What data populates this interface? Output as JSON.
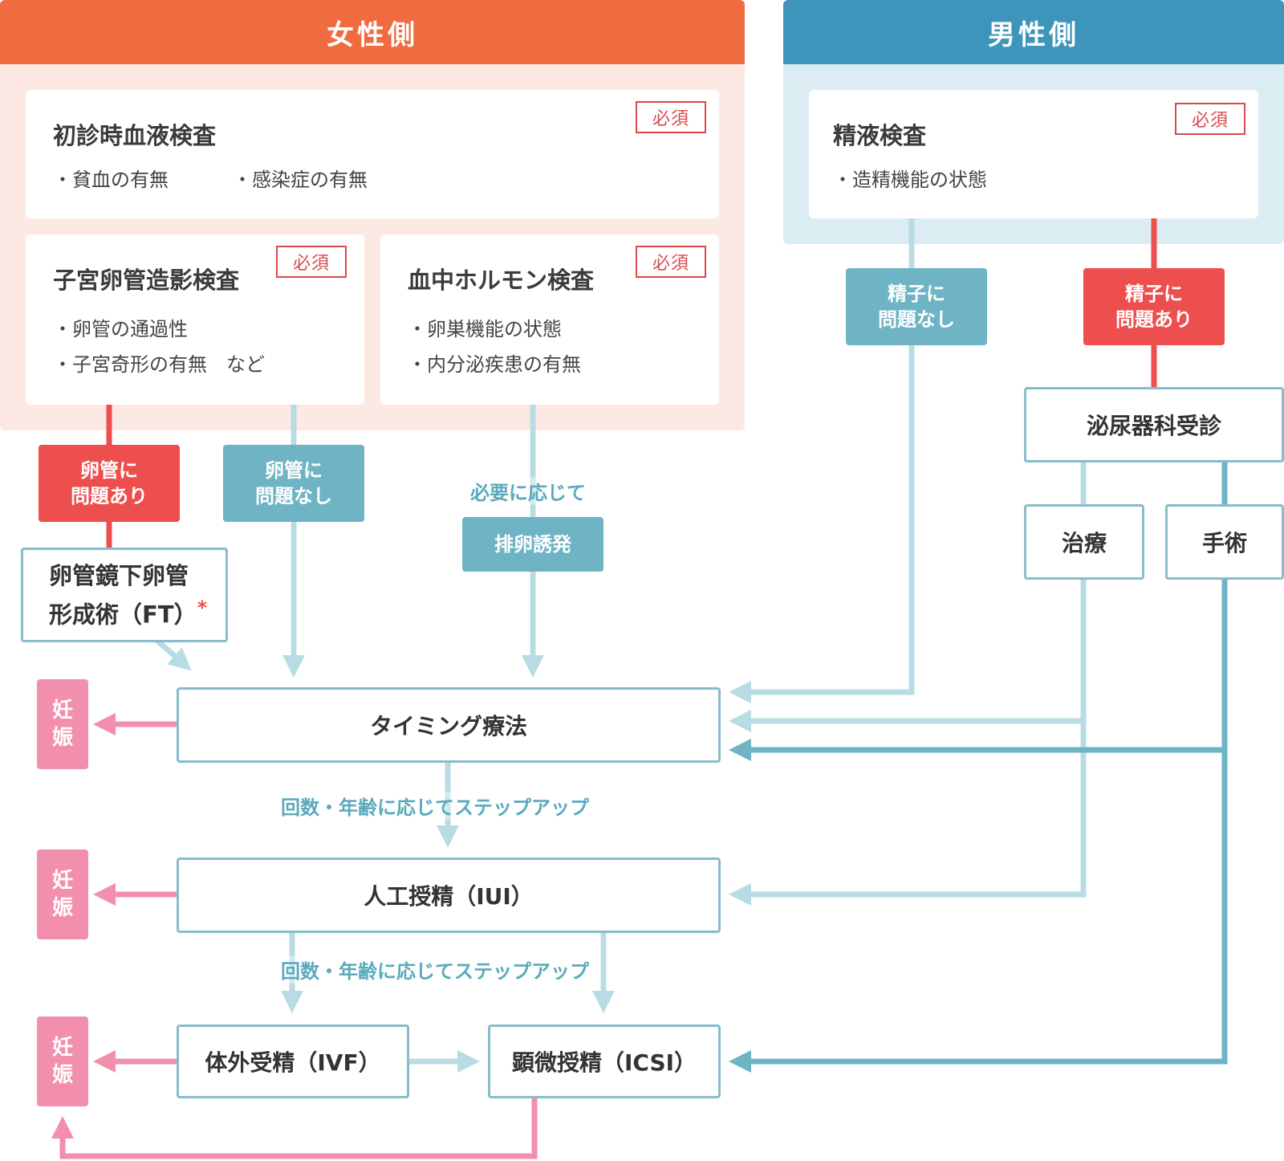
{
  "female": {
    "header": "女性側",
    "blood_test": {
      "title": "初診時血液検査",
      "badge": "必須",
      "items": [
        "・貧血の有無",
        "・感染症の有無"
      ]
    },
    "hsg_test": {
      "title": "子宮卵管造影検査",
      "badge": "必須",
      "items": [
        "・卵管の通過性",
        "・子宮奇形の有無　など"
      ]
    },
    "hormone_test": {
      "title": "血中ホルモン検査",
      "badge": "必須",
      "items": [
        "・卵巣機能の状態",
        "・内分泌疾患の有無"
      ]
    }
  },
  "male": {
    "header": "男性側",
    "semen_test": {
      "title": "精液検査",
      "badge": "必須",
      "items": [
        "・造精機能の状態"
      ]
    }
  },
  "tags": {
    "tube_problem": [
      "卵管に",
      "問題あり"
    ],
    "tube_ok": [
      "卵管に",
      "問題なし"
    ],
    "sperm_ok": [
      "精子に",
      "問題なし"
    ],
    "sperm_problem": [
      "精子に",
      "問題あり"
    ],
    "ovulation": "排卵誘発"
  },
  "notes": {
    "as_needed": "必要に応じて",
    "step_up_1": "回数・年齢に応じてステップアップ",
    "step_up_2": "回数・年齢に応じてステップアップ"
  },
  "steps": {
    "ft_line1": "卵管鏡下卵管",
    "ft_line2": "形成術（FT）",
    "ft_mark": "*",
    "urology": "泌尿器科受診",
    "treatment": "治療",
    "surgery": "手術",
    "timing": "タイミング療法",
    "iui": "人工授精（IUI）",
    "ivf": "体外受精（IVF）",
    "icsi": "顕微授精（ICSI）"
  },
  "pregnancy": {
    "p1": [
      "妊",
      "娠"
    ],
    "p2": [
      "妊",
      "娠"
    ],
    "p3": [
      "妊",
      "娠"
    ]
  },
  "colors": {
    "female_header": "#f06c40",
    "female_bg": "#fce9e4",
    "male_header": "#3e95bb",
    "male_bg": "#dbedf3",
    "problem_red": "#ed4e4e",
    "ok_teal": "#6fb4c4",
    "line_light": "#b9dce4",
    "line_dark": "#6fb4c4",
    "pregnancy_pink": "#f28fad",
    "badge_red": "#d94a4a"
  }
}
